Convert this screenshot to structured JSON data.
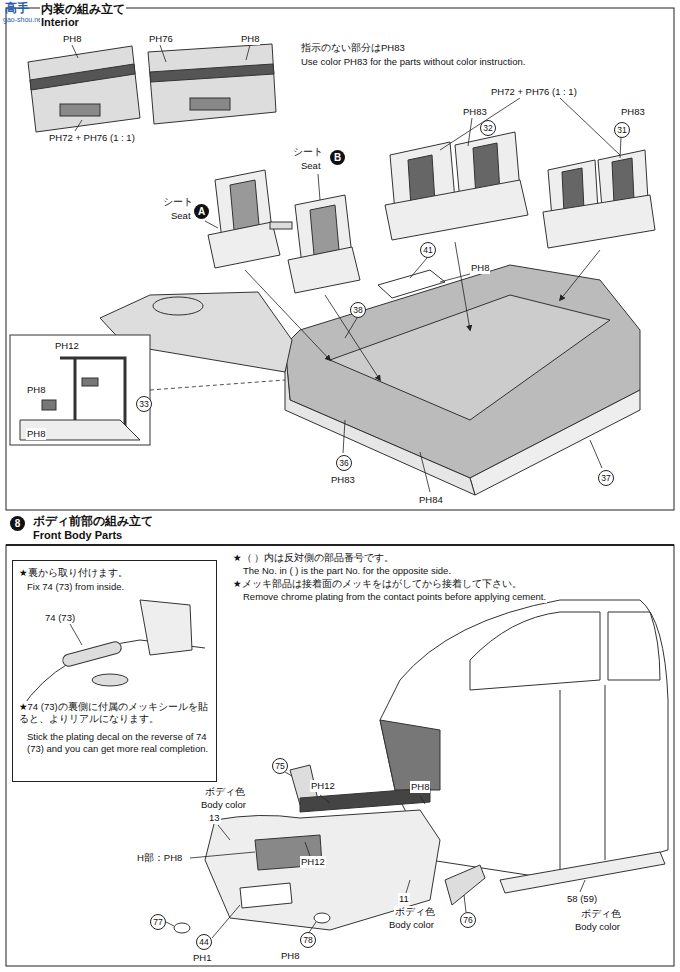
{
  "diagram": {
    "nodes": [
      {
        "text": [
          "★裏から取り付けます。",
          "Fix 74 (73) from inside.",
          "★74 (73)の裏側に付属のメッキシールを貼ると、よりリアルになります。",
          "Stick the plating decal on the reverse of 74 (73) and you can get more real completion."
        ]
      }
    ],
    "labels": [
      "高手",
      "gao-shou.net",
      "内装の組み立て",
      "Interior",
      "PH8",
      "PH76",
      "PH8",
      "PH72 + PH76 (1 : 1)",
      "指示のない部分はPH83",
      "Use color PH83 for the parts without color instruction.",
      "PH72 + PH76 (1 : 1)",
      "PH83",
      "32",
      "PH83",
      "31",
      "シート",
      "Seat",
      "B",
      "シート",
      "Seat",
      "A",
      "41",
      "PH8",
      "38",
      "PH12",
      "PH8",
      "33",
      "PH8",
      "36",
      "PH83",
      "PH84",
      "37",
      "8",
      "ボディ前部の組み立て",
      "Front Body Parts",
      "★（ ）内は反対側の部品番号です。",
      "The No. in ( ) is the part No. for the opposite side.",
      "★メッキ部品は接着面のメッキをはがしてから接着して下さい。",
      "Remove chrome plating from the contact points before applying cement.",
      "74 (73)",
      "75",
      "PH12",
      "PH8",
      "ボディ色",
      "Body color",
      "13",
      "H部：PH8",
      "PH12",
      "76",
      "77",
      "44",
      "PH1",
      "78",
      "PH8",
      "11",
      "ボディ色",
      "Body color",
      "58 (59)",
      "ボディ色",
      "Body color"
    ]
  }
}
